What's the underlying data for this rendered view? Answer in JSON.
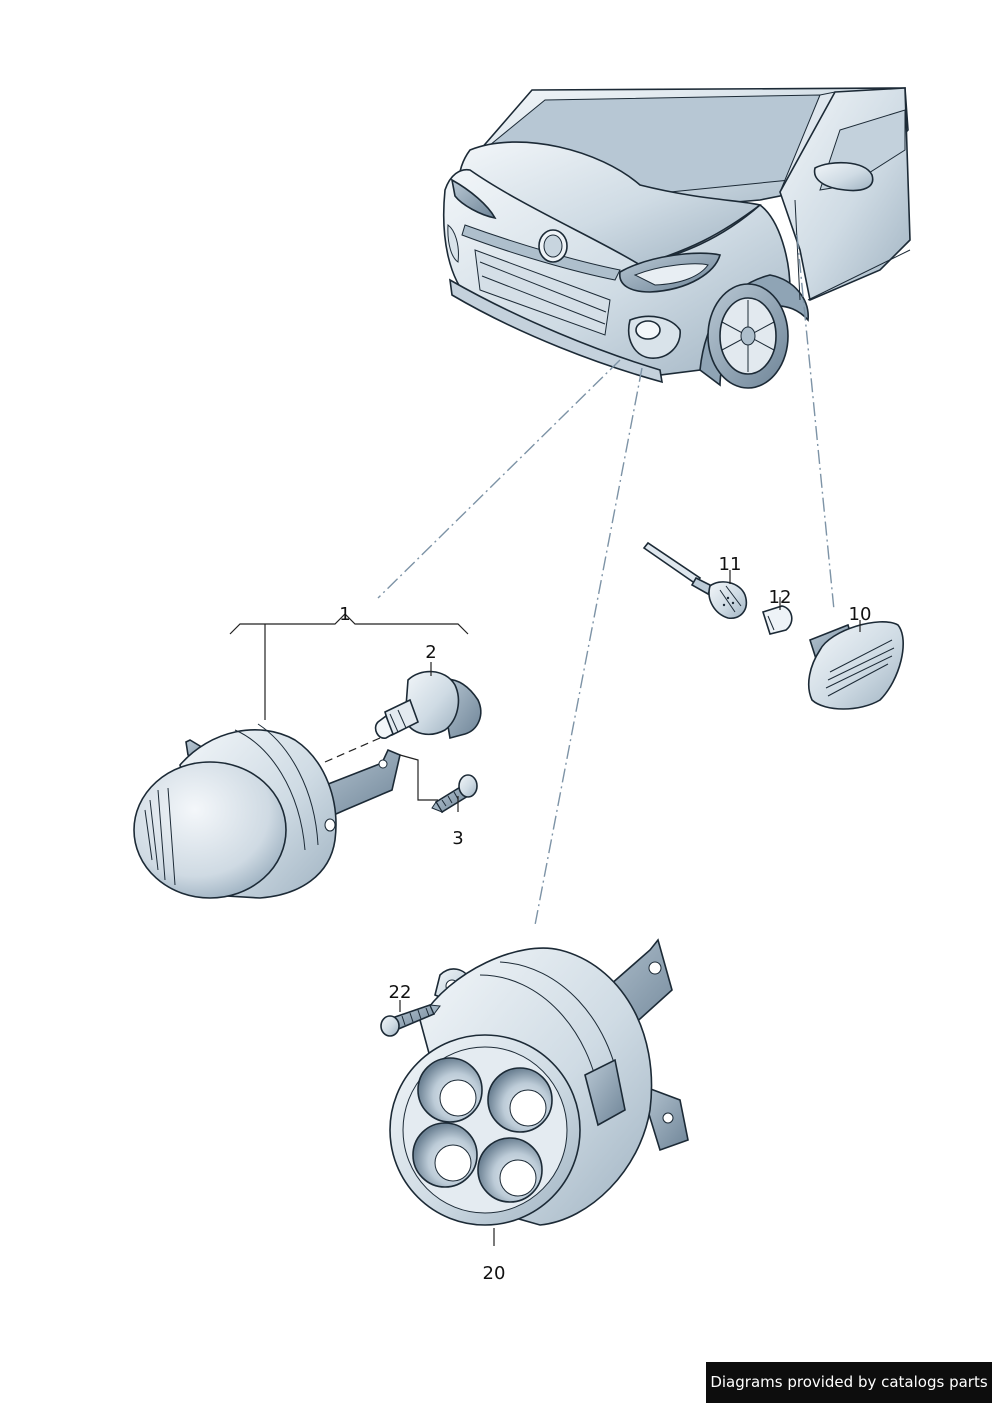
{
  "callouts": {
    "part_1": "1",
    "part_2": "2",
    "part_3": "3",
    "part_10": "10",
    "part_11": "11",
    "part_12": "12",
    "part_20": "20",
    "part_22": "22"
  },
  "footer": {
    "credit": "Diagrams provided by catalogs parts"
  },
  "colors": {
    "body_light": "#e6edf3",
    "body_mid": "#c5d2dd",
    "body_dark": "#8fa4b5",
    "outline": "#1c2a36",
    "dash_line": "#7d93a6",
    "credit_bg": "#0d0d0d"
  }
}
